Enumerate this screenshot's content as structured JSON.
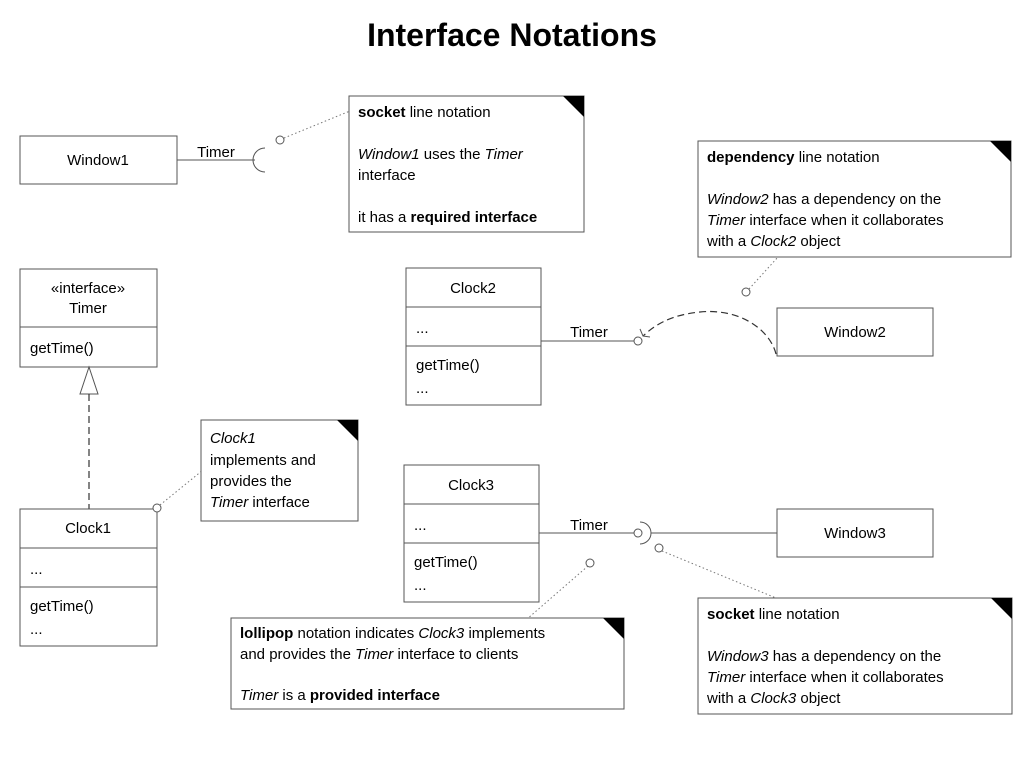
{
  "title": "Interface Notations",
  "classes": {
    "window1": "Window1",
    "window2": "Window2",
    "window3": "Window3",
    "timer": {
      "stereotype": "«interface»",
      "name": "Timer",
      "operations": [
        "getTime()"
      ]
    },
    "clock1": {
      "name": "Clock1",
      "attributes": [
        "..."
      ],
      "operations": [
        "getTime()",
        "..."
      ]
    },
    "clock2": {
      "name": "Clock2",
      "attributes": [
        "..."
      ],
      "operations": [
        "getTime()",
        "..."
      ]
    },
    "clock3": {
      "name": "Clock3",
      "attributes": [
        "..."
      ],
      "operations": [
        "getTime()",
        "..."
      ]
    }
  },
  "connector_labels": {
    "window1_timer": "Timer",
    "clock2_timer": "Timer",
    "clock3_timer": "Timer"
  },
  "notes": {
    "socket1": {
      "bold1": "socket",
      "rest1": " line notation",
      "i1": "Window1",
      "t1": " uses the ",
      "i2": "Timer",
      "t2": "interface",
      "t3": "it has a ",
      "bold2": "required interface"
    },
    "dependency": {
      "bold1": "dependency",
      "rest1": " line notation",
      "i1": "Window2",
      "t1": " has a dependency on the",
      "i2": "Timer",
      "t2": " interface when it collaborates",
      "t3": "with a ",
      "i3": "Clock2",
      "t4": " object"
    },
    "clock1": {
      "i1": "Clock1",
      "t1": "implements and",
      "t2": "provides the",
      "i2": "Timer",
      "t3": " interface"
    },
    "lollipop": {
      "bold1": "lollipop",
      "t1": " notation indicates ",
      "i1": "Clock3",
      "t2": " implements",
      "t3": "and provides the ",
      "i2": "Timer",
      "t4": " interface to clients",
      "i3": "Timer",
      "t5": " is a ",
      "bold2": "provided interface"
    },
    "socket3": {
      "bold1": "socket",
      "rest1": " line notation",
      "i1": "Window3",
      "t1": " has a dependency on the",
      "i2": "Timer",
      "t2": " interface when it collaborates",
      "t3": "with a ",
      "i3": "Clock3",
      "t4": " object"
    }
  }
}
